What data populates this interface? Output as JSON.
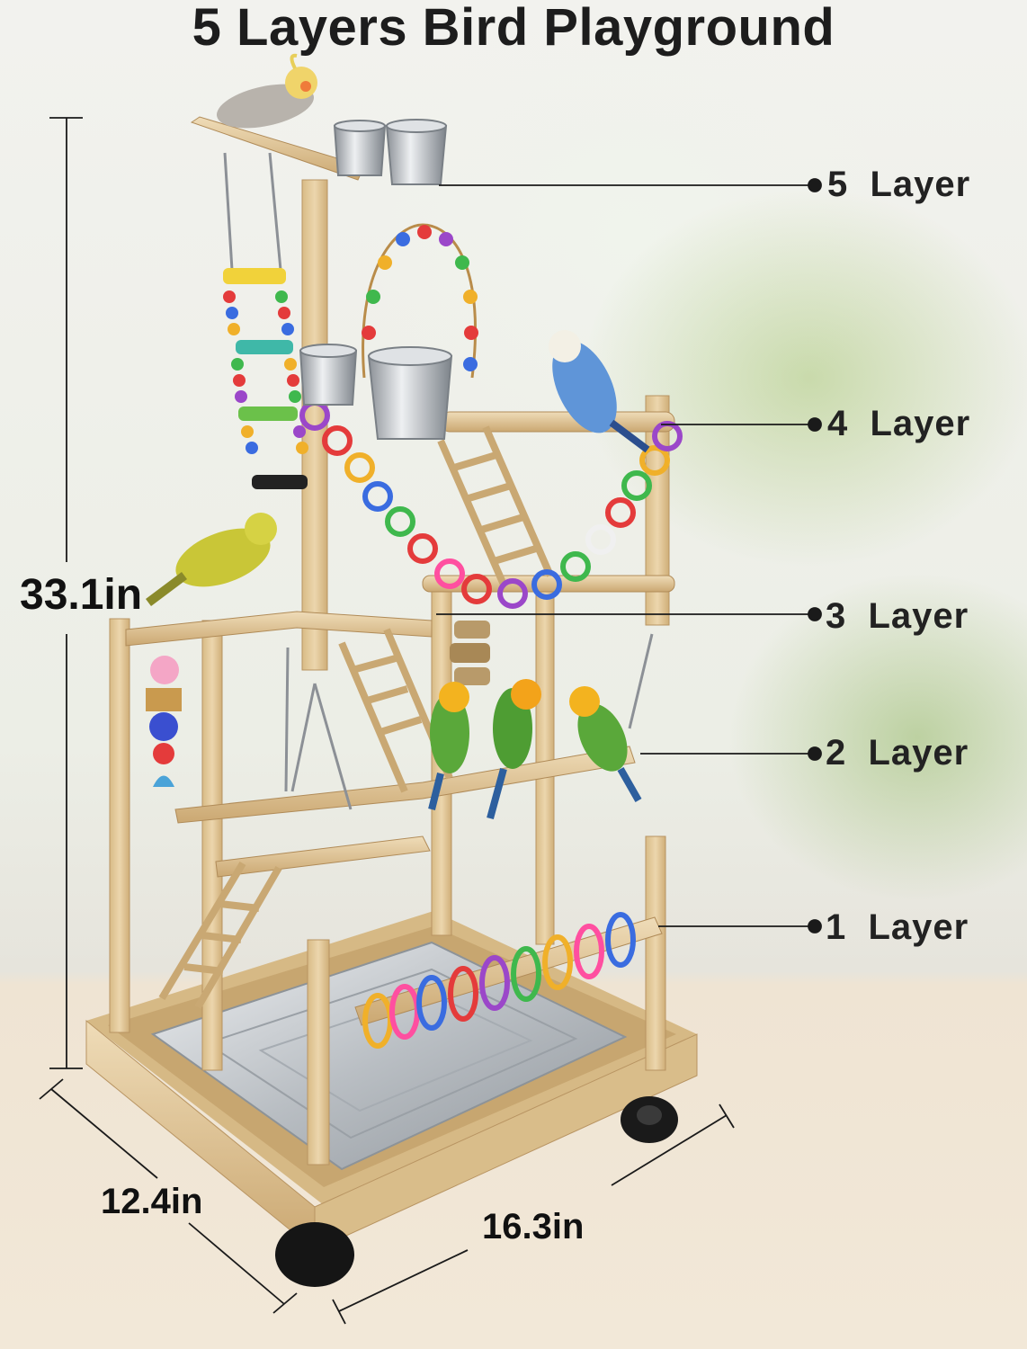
{
  "title": "5 Layers Bird Playground",
  "layers": [
    {
      "number": "5",
      "label": "Layer"
    },
    {
      "number": "4",
      "label": "Layer"
    },
    {
      "number": "3",
      "label": "Layer"
    },
    {
      "number": "2",
      "label": "Layer"
    },
    {
      "number": "1",
      "label": "Layer"
    }
  ],
  "dimensions": {
    "height": "33.1in",
    "depth": "12.4in",
    "width": "16.3in"
  },
  "colors": {
    "wood": "#e2c89a",
    "wood_dark": "#c9a873",
    "steel": "#cfd3d6",
    "text": "#222222"
  }
}
